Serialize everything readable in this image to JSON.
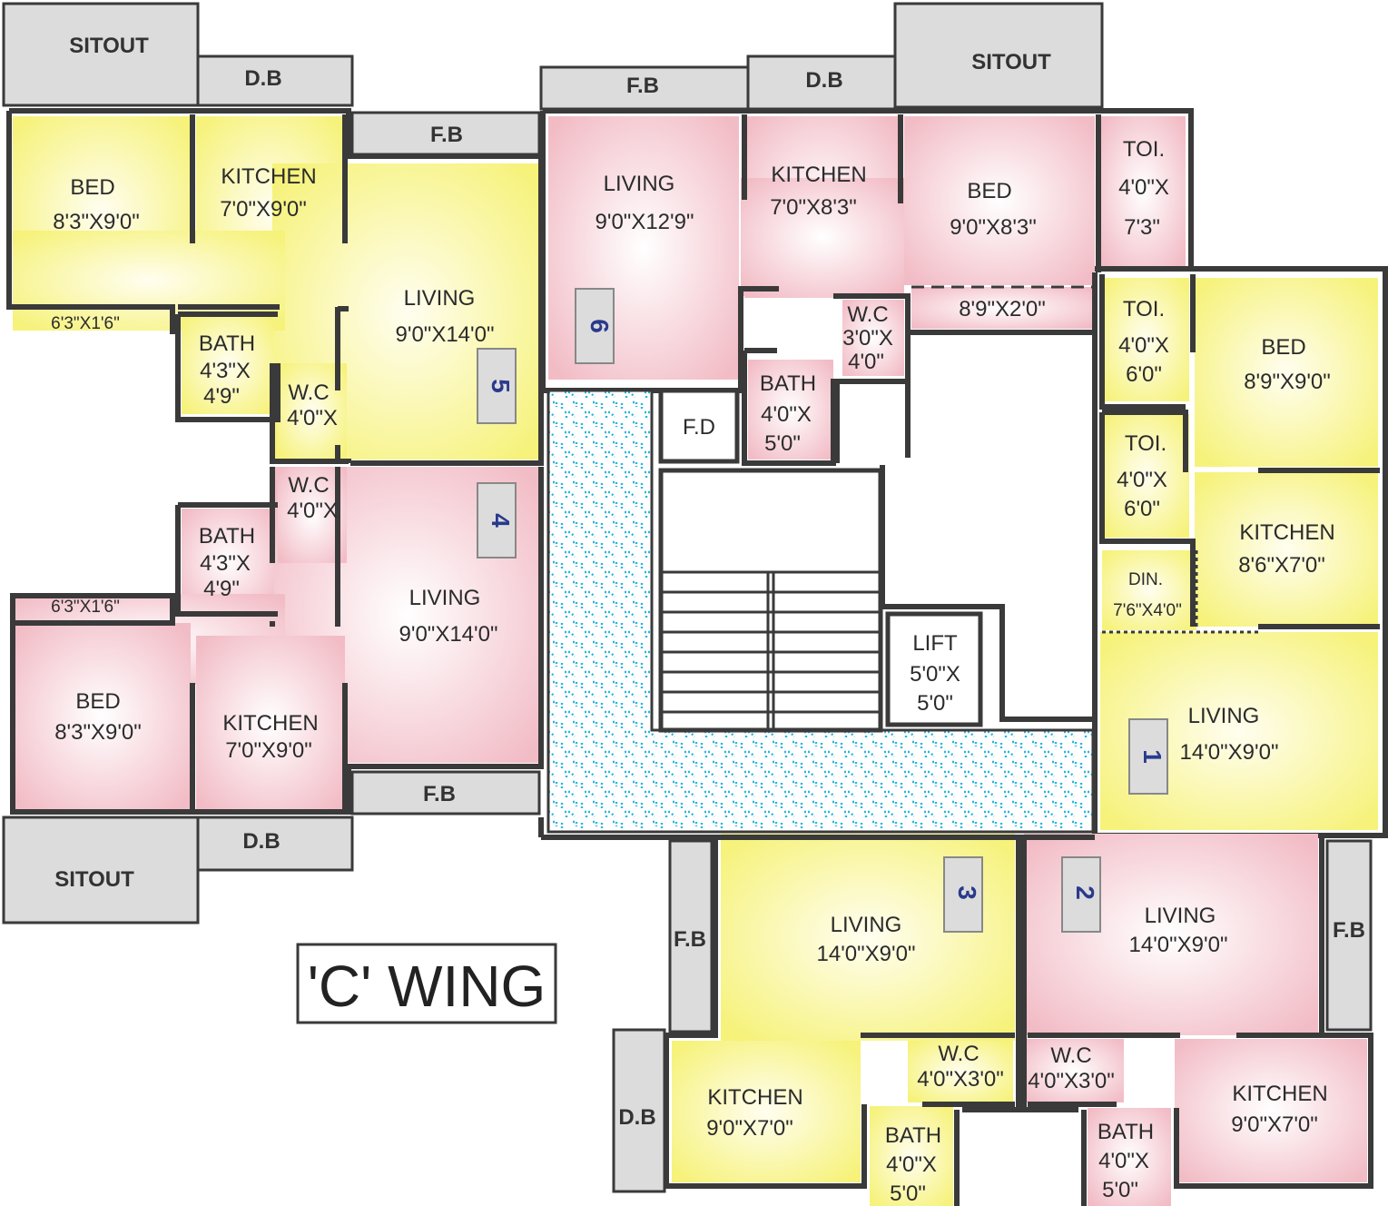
{
  "title": "'C' WING",
  "colors": {
    "yellow": "#f7f48a",
    "pink": "#f4c9d0",
    "gray": "#dcdcdc",
    "tile": "#29b6e0"
  },
  "labels": {
    "sitout_tl": "SITOUT",
    "db_tl": "D.B",
    "fb_tl": "F.B",
    "bed5_name": "BED",
    "bed5_dim": "8'3\"X9'0\"",
    "kit5_name": "KITCHEN",
    "kit5_dim": "7'0\"X9'0\"",
    "liv5_name": "LIVING",
    "liv5_dim": "9'0\"X14'0\"",
    "bal5_dim": "6'3\"X1'6\"",
    "bath5_name": "BATH",
    "bath5_d1": "4'3\"X",
    "bath5_d2": "4'9\"",
    "wc5_name": "W.C",
    "wc5_dim": "4'0\"X",
    "unit5": "5",
    "wc4_name": "W.C",
    "wc4_dim": "4'0\"X",
    "bath4_name": "BATH",
    "bath4_d1": "4'3\"X",
    "bath4_d2": "4'9\"",
    "bal4_dim": "6'3\"X1'6\"",
    "liv4_name": "LIVING",
    "liv4_dim": "9'0\"X14'0\"",
    "bed4_name": "BED",
    "bed4_dim": "8'3\"X9'0\"",
    "kit4_name": "KITCHEN",
    "kit4_dim": "7'0\"X9'0\"",
    "unit4": "4",
    "fb_bl": "F.B",
    "db_bl": "D.B",
    "sitout_bl": "SITOUT",
    "fb_tc": "F.B",
    "db_tc": "D.B",
    "sitout_tr": "SITOUT",
    "liv6_name": "LIVING",
    "liv6_dim": "9'0\"X12'9\"",
    "kit6_name": "KITCHEN",
    "kit6_dim": "7'0\"X8'3\"",
    "bed6_name": "BED",
    "bed6_dim": "9'0\"X8'3\"",
    "toi6_name": "TOI.",
    "toi6_d1": "4'0\"X",
    "toi6_d2": "7'3\"",
    "unit6": "6",
    "wc6_name": "W.C",
    "wc6_d1": "3'0\"X",
    "wc6_d2": "4'0\"",
    "bal6_dim": "8'9\"X2'0\"",
    "bath6_name": "BATH",
    "bath6_d1": "4'0\"X",
    "bath6_d2": "5'0\"",
    "fd": "F.D",
    "lift_name": "LIFT",
    "lift_d1": "5'0\"X",
    "lift_d2": "5'0\"",
    "toi1a_name": "TOI.",
    "toi1a_d1": "4'0\"X",
    "toi1a_d2": "6'0\"",
    "bed1_name": "BED",
    "bed1_dim": "8'9\"X9'0\"",
    "toi1b_name": "TOI.",
    "toi1b_d1": "4'0\"X",
    "toi1b_d2": "6'0\"",
    "kit1_name": "KITCHEN",
    "kit1_dim": "8'6\"X7'0\"",
    "din1_name": "DIN.",
    "din1_dim": "7'6\"X4'0\"",
    "liv1_name": "LIVING",
    "liv1_dim": "14'0\"X9'0\"",
    "unit1": "1",
    "liv3_name": "LIVING",
    "liv3_dim": "14'0\"X9'0\"",
    "unit3": "3",
    "fb3": "F.B",
    "db3": "D.B",
    "kit3_name": "KITCHEN",
    "kit3_dim": "9'0\"X7'0\"",
    "wc3_name": "W.C",
    "wc3_dim": "4'0\"X3'0\"",
    "bath3_name": "BATH",
    "bath3_d1": "4'0\"X",
    "bath3_d2": "5'0\"",
    "liv2_name": "LIVING",
    "liv2_dim": "14'0\"X9'0\"",
    "unit2": "2",
    "fb2": "F.B",
    "wc2_name": "W.C",
    "wc2_dim": "4'0\"X3'0\"",
    "kit2_name": "KITCHEN",
    "kit2_dim": "9'0\"X7'0\"",
    "bath2_name": "BATH",
    "bath2_d1": "4'0\"X",
    "bath2_d2": "5'0\""
  }
}
